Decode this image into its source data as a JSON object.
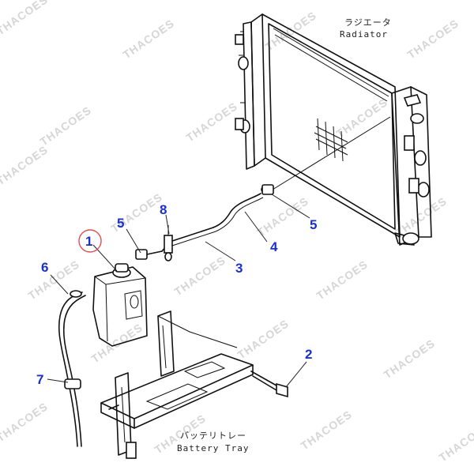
{
  "watermark": "THACOES",
  "labels": {
    "radiator_jp": "ラジエータ",
    "radiator_en": "Radiator",
    "tray_jp": "バッテリトレー",
    "tray_en": "Battery Tray"
  },
  "callouts": {
    "n1": "1",
    "n2": "2",
    "n3": "3",
    "n4": "4",
    "n5a": "5",
    "n5b": "5",
    "n6": "6",
    "n7": "7",
    "n8": "8"
  },
  "colors": {
    "callout": "#1a2fd0",
    "highlight_circle": "#e05050",
    "watermark": "#d6d6d6"
  }
}
